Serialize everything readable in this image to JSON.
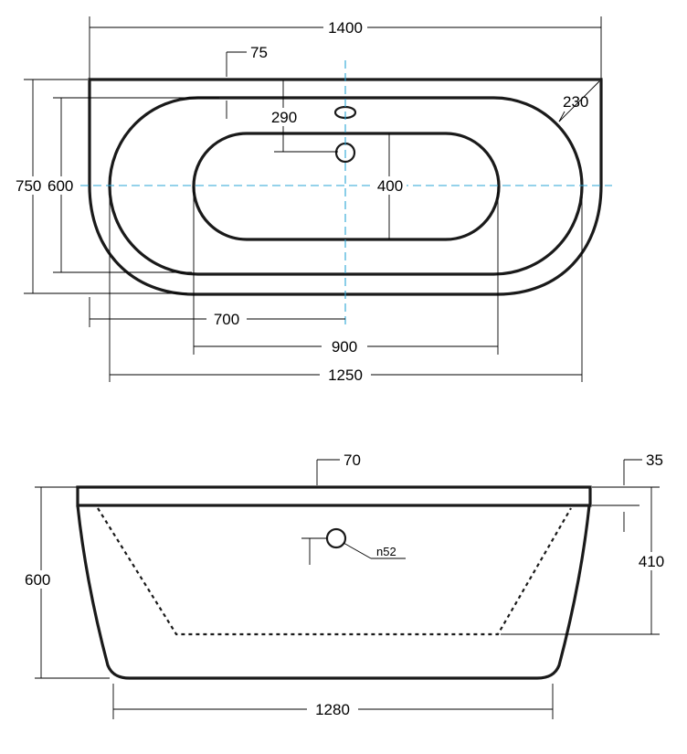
{
  "top_view": {
    "overall_length": "1400",
    "rim_width": "75",
    "overflow_offset": "290",
    "corner_radius": "230",
    "overall_width": "750",
    "inner_width": "600",
    "bottom_width": "400",
    "drain_offset": "700",
    "bottom_length": "900",
    "inner_length": "1250"
  },
  "side_view": {
    "rim_thickness": "70",
    "lip_height": "35",
    "total_height": "600",
    "inner_depth": "410",
    "overflow_diameter": "n52",
    "base_length": "1280"
  },
  "colors": {
    "outline": "#1a1a1a",
    "centerline": "#2aa6d6"
  }
}
